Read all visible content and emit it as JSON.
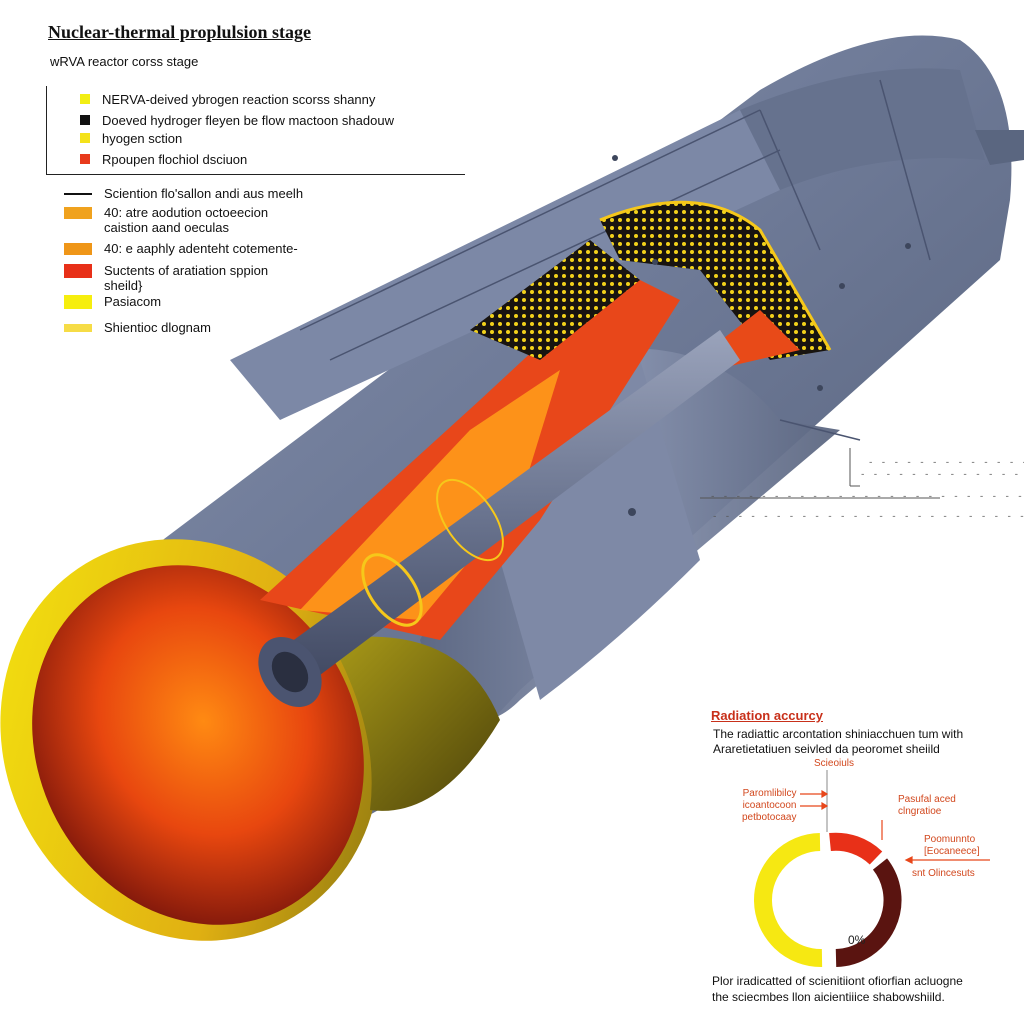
{
  "title": "Nuclear-thermal proplulsion stage",
  "subtitle": "wRVA reactor corss stage",
  "legend_top": [
    {
      "text": "NERVA-deived ybrogen reaction scorss shanny",
      "color": "#f2ee14"
    },
    {
      "text": "Doeved hydroger fleyen be flow mactoon shadouw",
      "color": "#111111"
    },
    {
      "text": "hyogen sction",
      "color": "#f4e21a"
    },
    {
      "text": "Rpoupen flochiol dsciuon",
      "color": "#e83a1c"
    }
  ],
  "legend_bottom": [
    {
      "text": "Sciention flo'sallon andi aus meelh",
      "color": "#111111",
      "kind": "line"
    },
    {
      "text": "40: atre aodution octoeecion\ncaistion aand oeculas",
      "color": "#f0a21e",
      "kind": "box"
    },
    {
      "text": "40: e aaphly adenteht cotemente-",
      "color": "#ef9618",
      "kind": "box"
    },
    {
      "text": "Suctents of aratiation sppion\nsheild}",
      "color": "#e83018",
      "kind": "box"
    },
    {
      "text": "Pasiacom",
      "color": "#f6ee0e",
      "kind": "box"
    },
    {
      "text": "Shientioc dlognam",
      "color": "#f6dc46",
      "kind": "box"
    }
  ],
  "radiation": {
    "title": "Radiation accurcy",
    "desc_line1": "The radiattic arcontation shiniacchuen tum with",
    "desc_line2": "Araretietatiuen seivled da peoromet sheiild",
    "label_top": "Scieoiuls",
    "ann_left": "Paromlibilcy\nicoantocoon\npetbotocaay",
    "ann_right1": "Pasufal aced\nclngratioe",
    "ann_right2": "Poomunnto\n[Eocaneece]",
    "ann_right3": "snt Olincesuts",
    "percent_label": "0%",
    "footer_line1": "Plor iradicatted of scienitiiont ofiorfian acluogne",
    "footer_line2": "the sciecmbes llon aicientiiice shabowshiild."
  },
  "colors": {
    "hull": "#6e7b99",
    "hull_dark": "#4f5a73",
    "hull_light": "#97a2bc",
    "accent_red": "#e83018",
    "accent_yellow": "#f6e812",
    "accent_orange": "#f08c1a"
  }
}
